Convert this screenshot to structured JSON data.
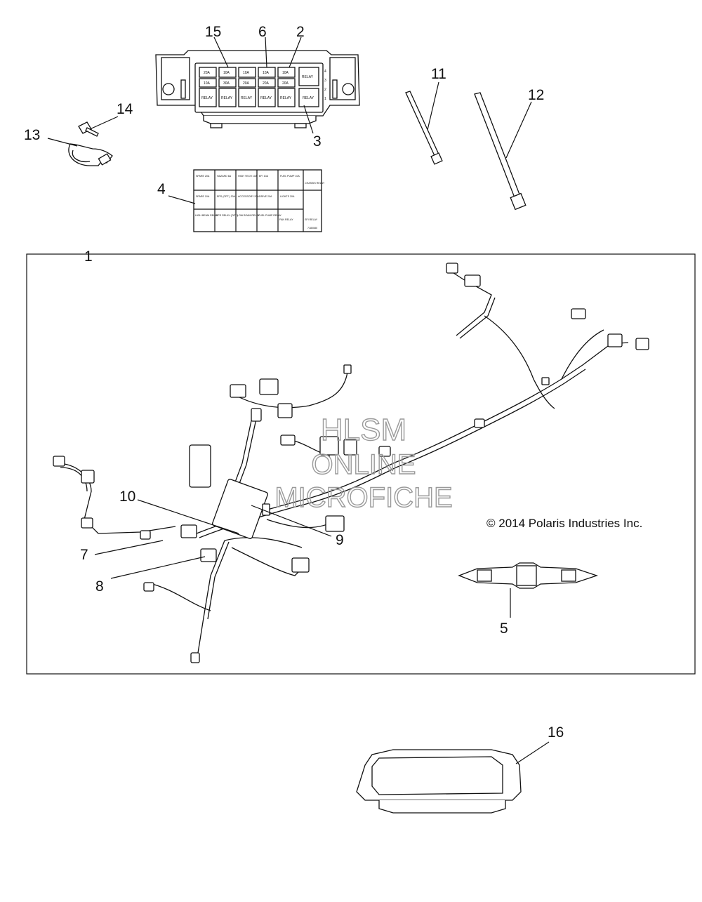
{
  "callouts": {
    "c1": "1",
    "c2": "2",
    "c3": "3",
    "c4": "4",
    "c5": "5",
    "c6": "6",
    "c7": "7",
    "c8": "8",
    "c9": "9",
    "c10": "10",
    "c11": "11",
    "c12": "12",
    "c13": "13",
    "c14": "14",
    "c15": "15",
    "c16": "16"
  },
  "watermark": {
    "line1": "HLSM",
    "line2": "ONLINE",
    "line3": "MICROFICHE"
  },
  "copyright": "© 2014 Polaris Industries Inc.",
  "fuse_box": {
    "row_top": [
      "20A",
      "10A",
      "10A",
      "10A",
      "10A",
      "RELAY"
    ],
    "row_mid": [
      "10A",
      "30A",
      "20A",
      "20A",
      "20A"
    ],
    "row_bot": [
      "RELAY",
      "RELAY",
      "RELAY",
      "RELAY",
      "RELAY",
      "RELAY"
    ],
    "side_numbers": [
      "4",
      "3",
      "2",
      "1"
    ]
  },
  "fuse_label": {
    "r1": [
      "SPARE 20A",
      "HAZARD 6A",
      "HIGH TECH 10A",
      "EFI 10A",
      "FUEL PUMP 10A",
      "CHASSIS RELAY"
    ],
    "r2": [
      "SPARE 10A",
      "EPS (OPT.) 30A",
      "ACCESSORY 20A",
      "DRIVE 20A",
      "LIGHTS 20A"
    ],
    "r3": [
      "HIGH BEAM RELAY",
      "EPS RELAY (OPT.)",
      "LOW BEAM RELAY",
      "FUEL PUMP RELAY",
      "FAN RELAY",
      "EFI RELAY"
    ],
    "part_no": "7180080"
  }
}
